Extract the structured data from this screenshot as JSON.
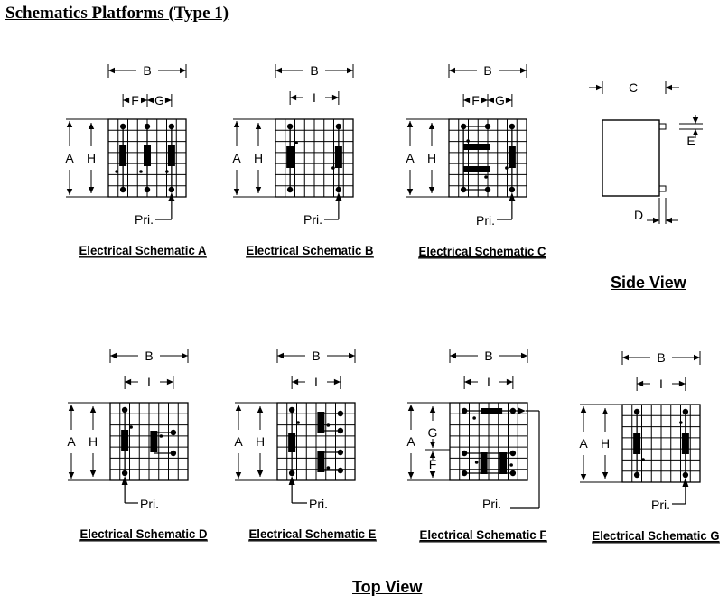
{
  "page": {
    "title": "Schematics Platforms (Type 1)",
    "side_view_label": "Side View",
    "top_view_label": "Top View"
  },
  "dimensions": {
    "A": "A",
    "B": "B",
    "C": "C",
    "D": "D",
    "E": "E",
    "F": "F",
    "G": "G",
    "H": "H",
    "I": "I"
  },
  "primary_label": "Pri.",
  "schematics": [
    {
      "id": "a",
      "caption": "Electrical Schematic A"
    },
    {
      "id": "b",
      "caption": "Electrical Schematic B"
    },
    {
      "id": "c",
      "caption": "Electrical Schematic C"
    },
    {
      "id": "d",
      "caption": "Electrical Schematic D"
    },
    {
      "id": "e",
      "caption": "Electrical Schematic E"
    },
    {
      "id": "f",
      "caption": "Electrical Schematic F"
    },
    {
      "id": "g",
      "caption": "Electrical Schematic G"
    }
  ],
  "colors": {
    "ink": "#000000",
    "background": "#ffffff"
  }
}
